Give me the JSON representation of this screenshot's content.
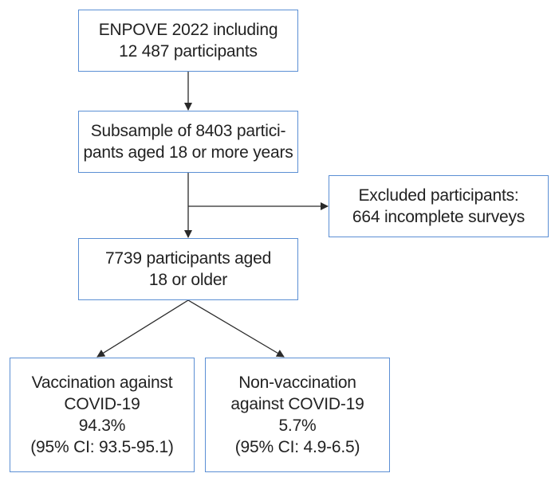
{
  "flowchart": {
    "enpove_box": {
      "line1": "ENPOVE 2022 including",
      "line2": "12 487 participants"
    },
    "subsample_box": {
      "line1": "Subsample of 8403 partici-",
      "line2": "pants aged 18 or more years"
    },
    "excluded_box": {
      "line1": "Excluded participants:",
      "line2": "664 incomplete surveys"
    },
    "final_box": {
      "line1": "7739 participants aged",
      "line2": "18 or older"
    },
    "vaccination_box": {
      "line1": "Vaccination against",
      "line2": "COVID-19",
      "line3": "94.3%",
      "line4": "(95% CI: 93.5-95.1)"
    },
    "non_vaccination_box": {
      "line1": "Non-vaccination",
      "line2": "against COVID-19",
      "line3": "5.7%",
      "line4": "(95% CI: 4.9-6.5)"
    }
  },
  "colors": {
    "box_border": "#5b8fd4",
    "arrow": "#2a2a2a",
    "text": "#222222"
  }
}
